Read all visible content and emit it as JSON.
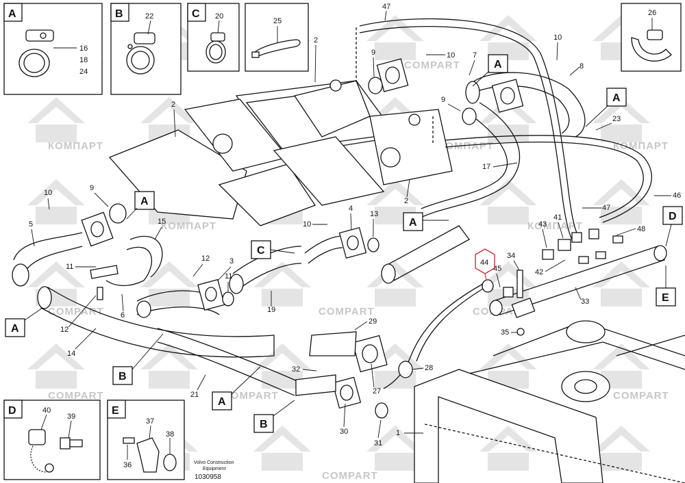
{
  "document_number": "1030958",
  "caption": [
    "Volvo Construction",
    "Equipment"
  ],
  "watermarks": [
    "КОМПАРТ",
    "COMPART"
  ],
  "highlight_color": "#d0202a",
  "highlighted_part": "44",
  "detail_boxes": [
    {
      "letter": "A",
      "parts": [
        "16",
        "18",
        "24"
      ]
    },
    {
      "letter": "B",
      "parts": [
        "22"
      ]
    },
    {
      "letter": "C",
      "parts": [
        "20"
      ]
    },
    {
      "letter": "",
      "parts": [
        "25"
      ]
    },
    {
      "letter": "",
      "parts": [
        "26"
      ]
    },
    {
      "letter": "D",
      "parts": [
        "40",
        "39"
      ]
    },
    {
      "letter": "E",
      "parts": [
        "37",
        "38",
        "36"
      ]
    }
  ],
  "ref_letters": [
    "A",
    "A",
    "A",
    "A",
    "A",
    "A",
    "A",
    "B",
    "C",
    "D",
    "E"
  ],
  "part_labels": [
    "47",
    "2",
    "10",
    "7",
    "9",
    "8",
    "10",
    "9",
    "23",
    "2",
    "17",
    "2",
    "10",
    "9",
    "5",
    "15",
    "11",
    "12",
    "6",
    "14",
    "12",
    "3",
    "11",
    "19",
    "4",
    "10",
    "13",
    "21",
    "29",
    "27",
    "32",
    "30",
    "31",
    "28",
    "1",
    "46",
    "47",
    "43",
    "41",
    "48",
    "34",
    "45",
    "42",
    "33",
    "35",
    "44"
  ]
}
